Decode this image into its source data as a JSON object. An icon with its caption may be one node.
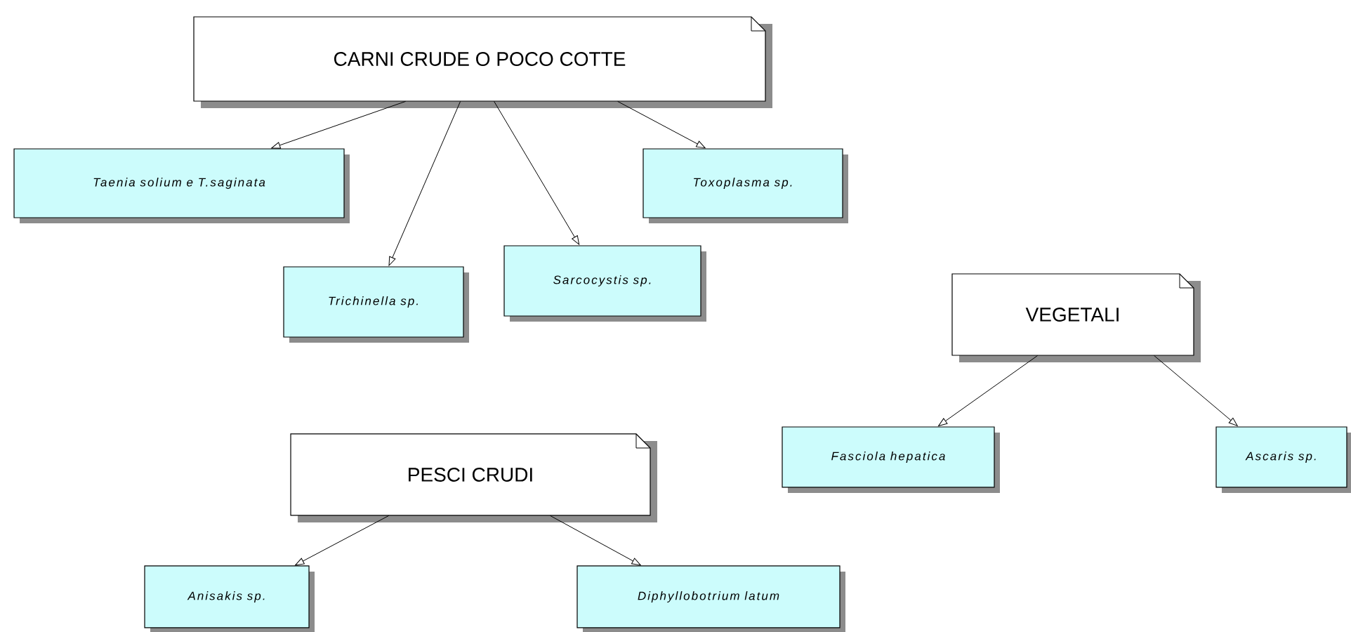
{
  "diagram": {
    "nodes": [
      {
        "text": [
          "CARNI CRUDE O POCO COTTE"
        ]
      },
      {
        "text": [
          "Taenia solium e T.saginata"
        ]
      },
      {
        "text": [
          "Trichinella sp."
        ]
      },
      {
        "text": [
          "Sarcocystis sp."
        ]
      },
      {
        "text": [
          "Toxoplasma sp."
        ]
      },
      {
        "text": [
          "VEGETALI"
        ]
      },
      {
        "text": [
          "Fasciola hepatica"
        ]
      },
      {
        "text": [
          "Ascaris sp."
        ]
      },
      {
        "text": [
          "PESCI CRUDI"
        ]
      },
      {
        "text": [
          "Anisakis sp."
        ]
      },
      {
        "text": [
          "Diphyllobotrium latum"
        ]
      }
    ],
    "edges": [
      {
        "from": 0,
        "to": 1,
        "arrow": "to"
      },
      {
        "from": 0,
        "to": 2,
        "arrow": "to"
      },
      {
        "from": 0,
        "to": 3,
        "arrow": "to"
      },
      {
        "from": 0,
        "to": 4,
        "arrow": "to"
      },
      {
        "from": 5,
        "to": 6,
        "arrow": "to"
      },
      {
        "from": 5,
        "to": 7,
        "arrow": "to"
      },
      {
        "from": 8,
        "to": 9,
        "arrow": "to"
      },
      {
        "from": 8,
        "to": 10,
        "arrow": "to"
      }
    ]
  }
}
